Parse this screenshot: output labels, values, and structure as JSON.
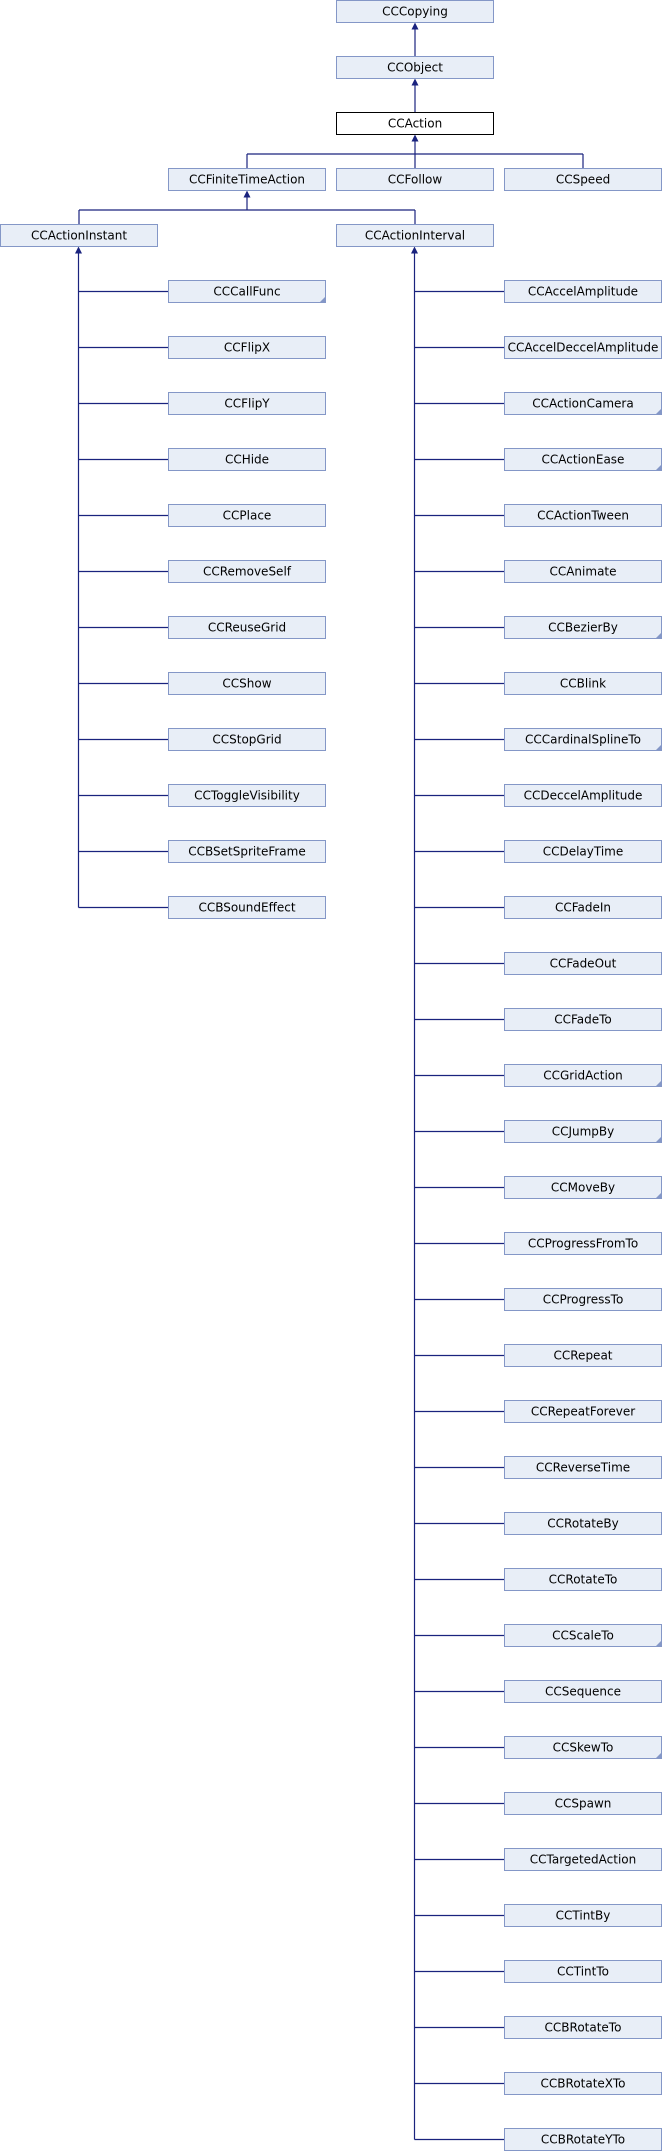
{
  "colors": {
    "node_fill": "#e8eef7",
    "node_border": "#8497c7",
    "current_fill": "#ffffff",
    "current_border": "#000000",
    "edge": "#1a237e"
  },
  "nodes": [
    {
      "id": "CCCopying",
      "label": "CCCopying"
    },
    {
      "id": "CCObject",
      "label": "CCObject"
    },
    {
      "id": "CCAction",
      "label": "CCAction",
      "current": true
    },
    {
      "id": "CCFiniteTimeAction",
      "label": "CCFiniteTimeAction"
    },
    {
      "id": "CCFollow",
      "label": "CCFollow"
    },
    {
      "id": "CCSpeed",
      "label": "CCSpeed"
    },
    {
      "id": "CCActionInstant",
      "label": "CCActionInstant"
    },
    {
      "id": "CCActionInterval",
      "label": "CCActionInterval"
    },
    {
      "id": "CCCallFunc",
      "label": "CCCallFunc",
      "has_subclasses": true
    },
    {
      "id": "CCFlipX",
      "label": "CCFlipX"
    },
    {
      "id": "CCFlipY",
      "label": "CCFlipY"
    },
    {
      "id": "CCHide",
      "label": "CCHide"
    },
    {
      "id": "CCPlace",
      "label": "CCPlace"
    },
    {
      "id": "CCRemoveSelf",
      "label": "CCRemoveSelf"
    },
    {
      "id": "CCReuseGrid",
      "label": "CCReuseGrid"
    },
    {
      "id": "CCShow",
      "label": "CCShow"
    },
    {
      "id": "CCStopGrid",
      "label": "CCStopGrid"
    },
    {
      "id": "CCToggleVisibility",
      "label": "CCToggleVisibility"
    },
    {
      "id": "CCBSetSpriteFrame",
      "label": "CCBSetSpriteFrame"
    },
    {
      "id": "CCBSoundEffect",
      "label": "CCBSoundEffect"
    },
    {
      "id": "CCAccelAmplitude",
      "label": "CCAccelAmplitude"
    },
    {
      "id": "CCAccelDeccelAmplitude",
      "label": "CCAccelDeccelAmplitude"
    },
    {
      "id": "CCActionCamera",
      "label": "CCActionCamera",
      "has_subclasses": true
    },
    {
      "id": "CCActionEase",
      "label": "CCActionEase",
      "has_subclasses": true
    },
    {
      "id": "CCActionTween",
      "label": "CCActionTween"
    },
    {
      "id": "CCAnimate",
      "label": "CCAnimate"
    },
    {
      "id": "CCBezierBy",
      "label": "CCBezierBy",
      "has_subclasses": true
    },
    {
      "id": "CCBlink",
      "label": "CCBlink"
    },
    {
      "id": "CCCardinalSplineTo",
      "label": "CCCardinalSplineTo",
      "has_subclasses": true
    },
    {
      "id": "CCDeccelAmplitude",
      "label": "CCDeccelAmplitude"
    },
    {
      "id": "CCDelayTime",
      "label": "CCDelayTime"
    },
    {
      "id": "CCFadeIn",
      "label": "CCFadeIn"
    },
    {
      "id": "CCFadeOut",
      "label": "CCFadeOut"
    },
    {
      "id": "CCFadeTo",
      "label": "CCFadeTo"
    },
    {
      "id": "CCGridAction",
      "label": "CCGridAction",
      "has_subclasses": true
    },
    {
      "id": "CCJumpBy",
      "label": "CCJumpBy",
      "has_subclasses": true
    },
    {
      "id": "CCMoveBy",
      "label": "CCMoveBy",
      "has_subclasses": true
    },
    {
      "id": "CCProgressFromTo",
      "label": "CCProgressFromTo"
    },
    {
      "id": "CCProgressTo",
      "label": "CCProgressTo"
    },
    {
      "id": "CCRepeat",
      "label": "CCRepeat"
    },
    {
      "id": "CCRepeatForever",
      "label": "CCRepeatForever"
    },
    {
      "id": "CCReverseTime",
      "label": "CCReverseTime"
    },
    {
      "id": "CCRotateBy",
      "label": "CCRotateBy"
    },
    {
      "id": "CCRotateTo",
      "label": "CCRotateTo"
    },
    {
      "id": "CCScaleTo",
      "label": "CCScaleTo",
      "has_subclasses": true
    },
    {
      "id": "CCSequence",
      "label": "CCSequence"
    },
    {
      "id": "CCSkewTo",
      "label": "CCSkewTo",
      "has_subclasses": true
    },
    {
      "id": "CCSpawn",
      "label": "CCSpawn"
    },
    {
      "id": "CCTargetedAction",
      "label": "CCTargetedAction"
    },
    {
      "id": "CCTintBy",
      "label": "CCTintBy"
    },
    {
      "id": "CCTintTo",
      "label": "CCTintTo"
    },
    {
      "id": "CCBRotateTo",
      "label": "CCBRotateTo"
    },
    {
      "id": "CCBRotateXTo",
      "label": "CCBRotateXTo"
    },
    {
      "id": "CCBRotateYTo",
      "label": "CCBRotateYTo"
    }
  ],
  "edges": [
    {
      "from": "CCObject",
      "to": "CCCopying"
    },
    {
      "from": "CCAction",
      "to": "CCObject"
    },
    {
      "from": "CCFiniteTimeAction",
      "to": "CCAction"
    },
    {
      "from": "CCFollow",
      "to": "CCAction"
    },
    {
      "from": "CCSpeed",
      "to": "CCAction"
    },
    {
      "from": "CCActionInstant",
      "to": "CCFiniteTimeAction"
    },
    {
      "from": "CCActionInterval",
      "to": "CCFiniteTimeAction"
    }
  ],
  "groups": [
    {
      "parent": "CCActionInstant",
      "children": [
        "CCCallFunc",
        "CCFlipX",
        "CCFlipY",
        "CCHide",
        "CCPlace",
        "CCRemoveSelf",
        "CCReuseGrid",
        "CCShow",
        "CCStopGrid",
        "CCToggleVisibility",
        "CCBSetSpriteFrame",
        "CCBSoundEffect"
      ]
    },
    {
      "parent": "CCActionInterval",
      "children": [
        "CCAccelAmplitude",
        "CCAccelDeccelAmplitude",
        "CCActionCamera",
        "CCActionEase",
        "CCActionTween",
        "CCAnimate",
        "CCBezierBy",
        "CCBlink",
        "CCCardinalSplineTo",
        "CCDeccelAmplitude",
        "CCDelayTime",
        "CCFadeIn",
        "CCFadeOut",
        "CCFadeTo",
        "CCGridAction",
        "CCJumpBy",
        "CCMoveBy",
        "CCProgressFromTo",
        "CCProgressTo",
        "CCRepeat",
        "CCRepeatForever",
        "CCReverseTime",
        "CCRotateBy",
        "CCRotateTo",
        "CCScaleTo",
        "CCSequence",
        "CCSkewTo",
        "CCSpawn",
        "CCTargetedAction",
        "CCTintBy",
        "CCTintTo",
        "CCBRotateTo",
        "CCBRotateXTo",
        "CCBRotateYTo"
      ]
    }
  ]
}
